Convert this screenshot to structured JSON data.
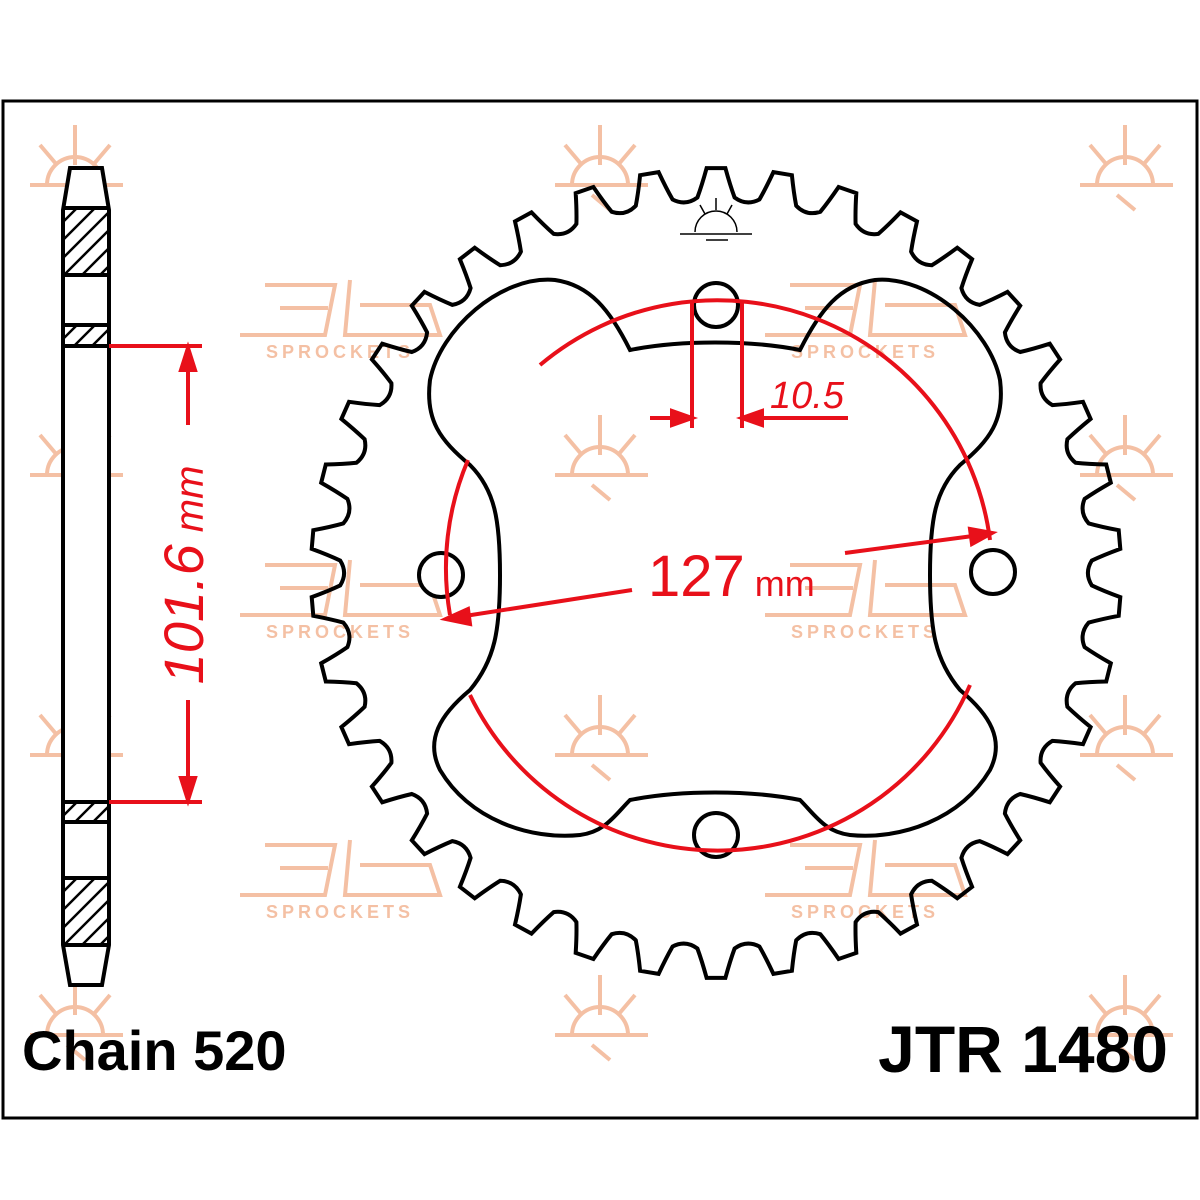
{
  "chain_label": "Chain 520",
  "part_number": "JTR 1480",
  "dimensions": {
    "chain_pitch_value": "101.6",
    "chain_pitch_unit": "mm",
    "bolt_circle_value": "127",
    "bolt_circle_unit": "mm",
    "bolt_hole_value": "10.5"
  },
  "watermark": {
    "brand": "JT",
    "text": "SPROCKETS",
    "color": "#f4c0a4"
  },
  "colors": {
    "outline": "#000000",
    "dimension": "#e8101a"
  }
}
